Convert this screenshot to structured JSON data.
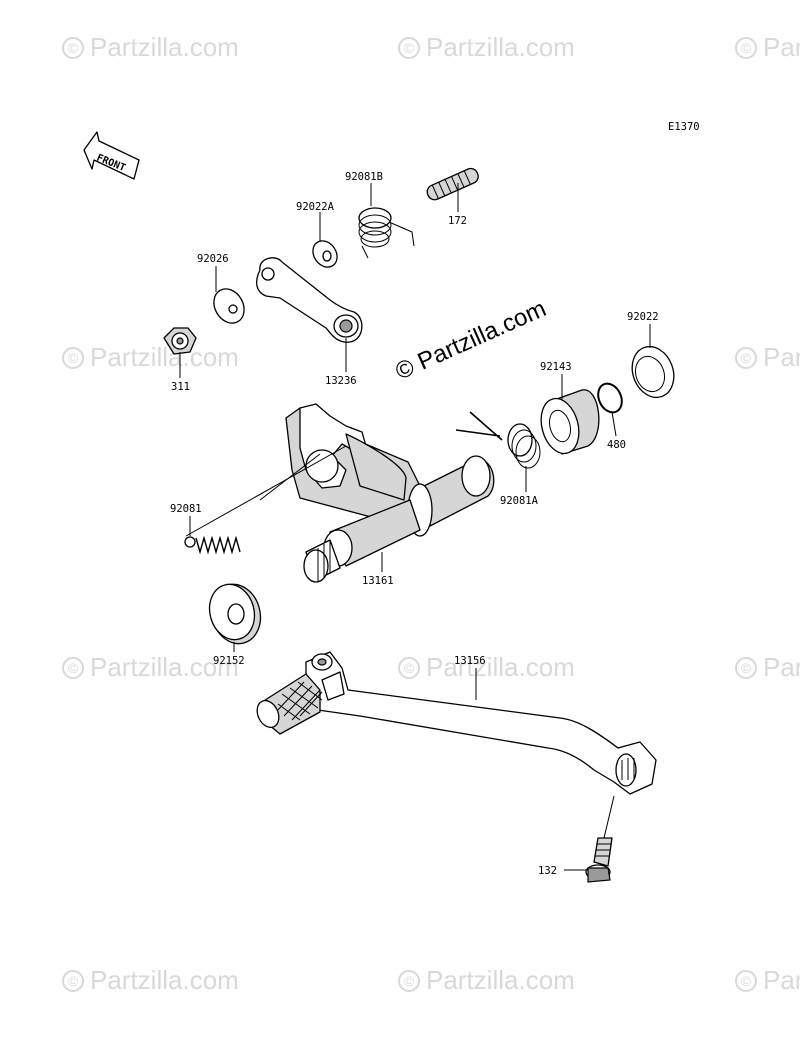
{
  "diagram_code": "E1370",
  "front_label": "FRONT",
  "watermark": "Partzilla.com",
  "center_watermark": "© Partzilla.com",
  "labels": {
    "p92081B": "92081B",
    "p92022A": "92022A",
    "p172": "172",
    "p92026": "92026",
    "p311": "311",
    "p13236": "13236",
    "p92022": "92022",
    "p92143": "92143",
    "p480": "480",
    "p92081A": "92081A",
    "p92081": "92081",
    "p13161": "13161",
    "p92152": "92152",
    "p13156": "13156",
    "p132": "132"
  }
}
